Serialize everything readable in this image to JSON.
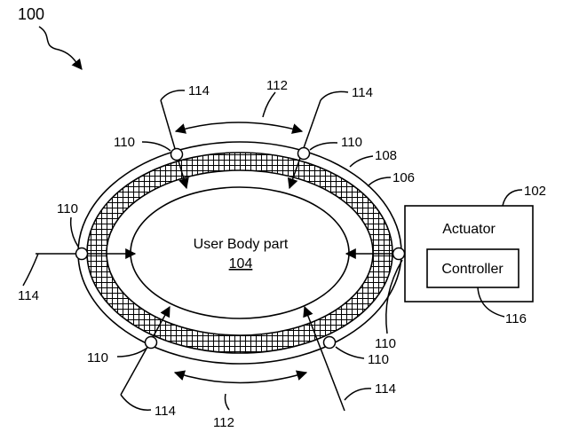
{
  "figure_number": "100",
  "body_part": {
    "label": "User Body part",
    "number": "104"
  },
  "actuator": {
    "label": "Actuator",
    "number": "102"
  },
  "controller": {
    "label": "Controller",
    "number": "116"
  },
  "refs": {
    "outer_ring": "108",
    "mesh_band": "106",
    "node": "110",
    "force_arrow": "114",
    "rotation": "112"
  },
  "colors": {
    "ink": "#000000",
    "background": "#ffffff"
  }
}
